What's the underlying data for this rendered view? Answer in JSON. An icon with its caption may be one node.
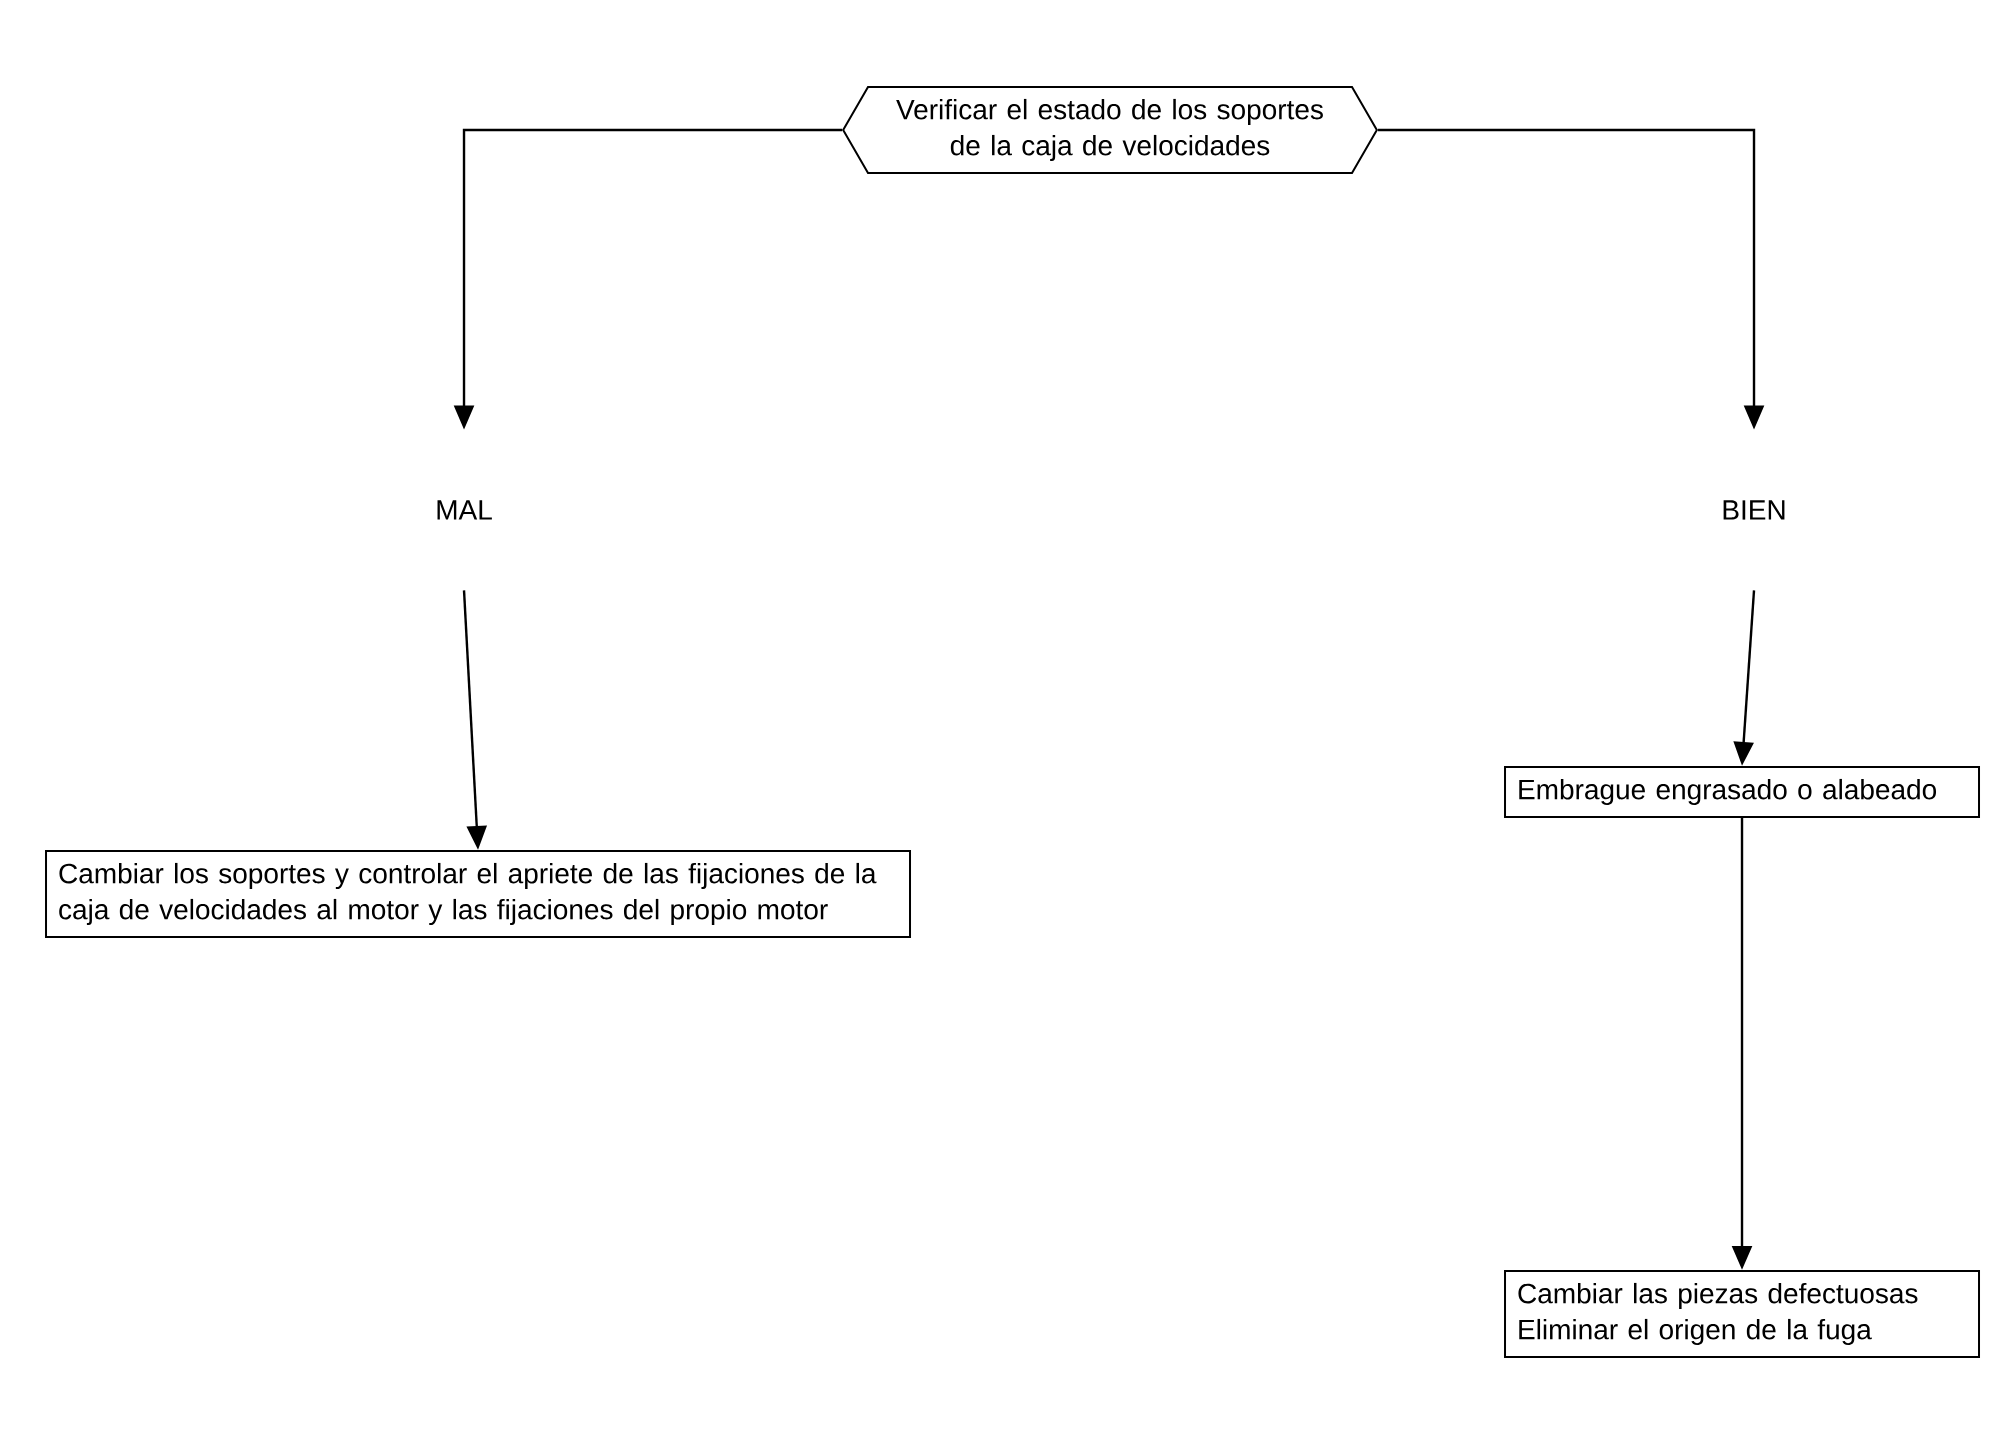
{
  "diagram": {
    "nodes": [
      {
        "text": [
          "Verificar el estado de los soportes de la caja de velocidades"
        ]
      },
      {
        "text": [
          "MAL"
        ]
      },
      {
        "text": [
          "BIEN"
        ]
      },
      {
        "text": [
          "Cambiar los soportes y controlar el apriete de las fijaciones de la caja de velocidades al motor y las fijaciones del propio motor"
        ]
      },
      {
        "text": [
          "Embrague engrasado o alabeado"
        ]
      },
      {
        "text": [
          "Cambiar las piezas defectuosas",
          "Eliminar el origen de la fuga"
        ]
      }
    ],
    "edges": [
      {
        "from": 0,
        "to": 1,
        "arrow": "to"
      },
      {
        "from": 1,
        "to": 3,
        "arrow": "to"
      },
      {
        "from": 0,
        "to": 2,
        "arrow": "to"
      },
      {
        "from": 2,
        "to": 4,
        "arrow": "to"
      },
      {
        "from": 4,
        "to": 5,
        "arrow": "to"
      }
    ]
  }
}
